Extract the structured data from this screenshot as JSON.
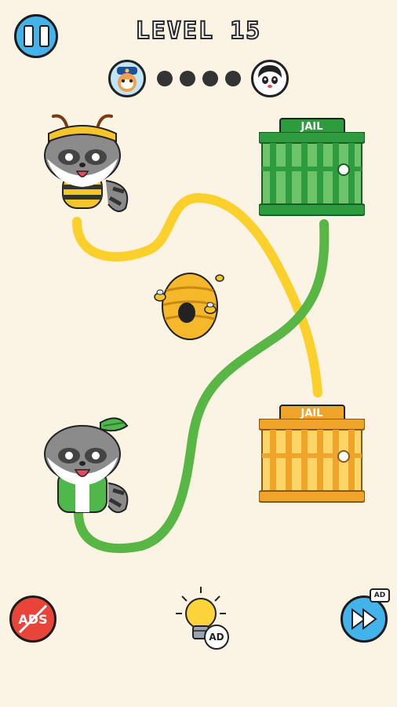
{
  "header": {
    "level_title": "LEVEL 15",
    "progress": {
      "total_steps": 4
    }
  },
  "jails": {
    "green": {
      "label": "JAIL",
      "color": "#2e9c3e"
    },
    "orange": {
      "label": "JAIL",
      "color": "#f0a52a"
    }
  },
  "paths": {
    "yellow_color": "#fcd02b",
    "green_color": "#58b644"
  },
  "footer": {
    "no_ads_label": "ADS",
    "hint_ad_label": "AD",
    "skip_ad_label": "AD"
  },
  "icons": {
    "pause": "pause-icon",
    "no_ads": "no-ads-icon",
    "hint": "lightbulb-icon",
    "skip": "fast-forward-icon"
  }
}
